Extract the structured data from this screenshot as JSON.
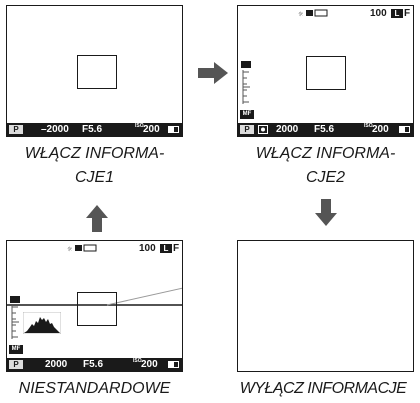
{
  "captions": {
    "top_left": [
      "WŁĄCZ INFORMA-",
      "CJE1"
    ],
    "top_right": [
      "WŁĄCZ INFORMA-",
      "CJE2"
    ],
    "bottom_left": "NIESTANDARDOWE",
    "bottom_right": "WYŁĄCZ INFORMACJE"
  },
  "screen1": {
    "mode": "P",
    "shutter": "–2000",
    "aperture": "F5.6",
    "iso_label": "ISO",
    "iso": "200"
  },
  "screen2": {
    "mode": "P",
    "shutter": "2000",
    "aperture": "F5.6",
    "iso_label": "ISO",
    "iso": "200",
    "frames": "100",
    "size": "L",
    "quality": "F",
    "mf": "MF"
  },
  "screen3": {
    "mode": "P",
    "shutter": "2000",
    "aperture": "F5.6",
    "iso_label": "ISO",
    "iso": "200",
    "frames": "100",
    "size": "L",
    "quality": "F",
    "mf": "MF"
  },
  "icons": [
    "arrow-right-icon",
    "arrow-down-icon",
    "arrow-up-icon",
    "battery-icon",
    "white-balance-icon",
    "mf-icon"
  ]
}
